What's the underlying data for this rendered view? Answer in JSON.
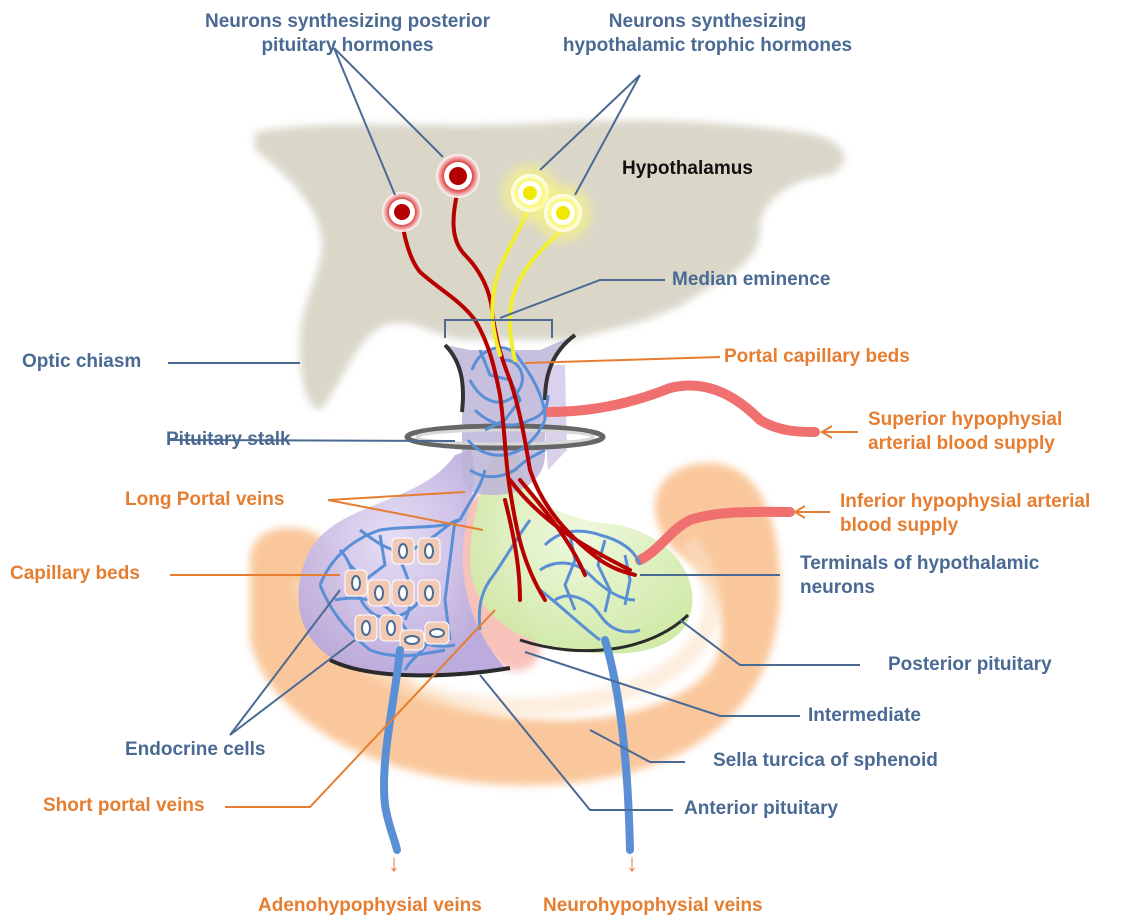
{
  "colors": {
    "blue_label": "#4a6a94",
    "orange_label": "#e67e32",
    "hypothalamus": "#d6d3c4",
    "sella_bone": "#f9be8a",
    "anterior_lobe": "#cdbfe6",
    "posterior_lobe": "#dff1c4",
    "intermediate": "#f4b3aa",
    "vessel_blue": "#5a8fd6",
    "axon_red": "#b80000",
    "axon_yellow": "#f2ef2a",
    "artery": "#f07070"
  },
  "labels": {
    "neurons_posterior": [
      "Neurons synthesizing posterior",
      "pituitary hormones"
    ],
    "neurons_trophic": [
      "Neurons synthesizing",
      "hypothalamic trophic hormones"
    ],
    "hypothalamus": "Hypothalamus",
    "median_eminence": "Median eminence",
    "optic_chiasm": "Optic chiasm",
    "portal_capillary_beds": "Portal capillary beds",
    "superior_supply": [
      "Superior hypophysial",
      "arterial blood supply"
    ],
    "pituitary_stalk": "Pituitary stalk",
    "long_portal_veins": "Long Portal veins",
    "inferior_supply": [
      "Inferior hypophysial arterial",
      "blood supply"
    ],
    "capillary_beds": "Capillary beds",
    "terminals": [
      "Terminals of hypothalamic",
      "neurons"
    ],
    "posterior_pituitary": "Posterior pituitary",
    "intermediate": "Intermediate",
    "endocrine_cells": "Endocrine cells",
    "sella_turcica": "Sella turcica of sphenoid",
    "short_portal_veins": "Short portal veins",
    "anterior_pituitary": "Anterior pituitary",
    "adenohypophysial_veins": "Adenohypophysial  veins",
    "neurohypophysial_veins": "Neurohypophysial  veins"
  },
  "arrow_glyph": "↓"
}
